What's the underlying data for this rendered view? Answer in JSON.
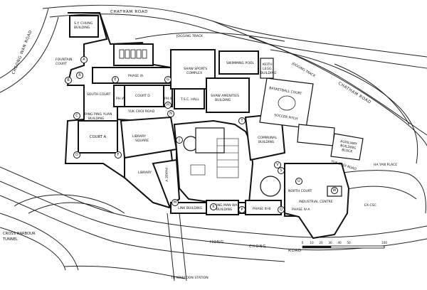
{
  "roads": {
    "chatham_top": "CHATHAM ROAD",
    "chatham_right": "CHATHAM ROAD",
    "cheong_wan": "CHEONG WAN ROAD",
    "hong": "HONG",
    "chong": "CHONG",
    "road": "ROAD",
    "cross_harbour_1": "CROSS HARBOUR",
    "cross_harbour_2": "TUNNEL",
    "kowloon_station": "TO KOWLOON STATION",
    "jogging_track_top": "JOGGING TRACK",
    "jogging_track_right": "JOGGING TRACK",
    "yuk_choi_road": "YUK CHOI ROAD",
    "yuk_choi_road_right": "YUK CHOI ROAD"
  },
  "buildings": {
    "sy_chung_1": "S.Y. CHUNG",
    "sy_chung_2": "BUILDING",
    "fountain_1": "FOUNTAIN",
    "fountain_2": "COURT",
    "phase_ia": "PHASE IA",
    "shaw_sports_1": "SHAW SPORTS",
    "shaw_sports_2": "COMPLEX",
    "swimming_pool": "SWIMMING POOL",
    "keith_1": "KEITH",
    "keith_2": "LEGG",
    "keith_3": "BUILDING",
    "south_court": "SOUTH COURT",
    "ph_ia": "PH.IA",
    "court_d": "COURT D",
    "ph_ib": "PH.IB",
    "tsc_hall": "T.S.C. HALL",
    "shaw_amenities_1": "SHAW AMENITIES",
    "shaw_amenities_2": "BUILDING",
    "basketball_court": "BASKETBALL COURT",
    "tang_ping_yuan_1": "TANG PING YUAN",
    "tang_ping_yuan_2": "BUILDING",
    "soccer_pitch": "SOCCER PITCH",
    "court_a": "COURT A",
    "library_square_1": "LIBRARY",
    "library_square_2": "SQUARE",
    "communal_1": "COMMUNAL",
    "communal_2": "BUILDING",
    "auxiliary_1": "AUXILIARY",
    "auxiliary_2": "BUILDING",
    "auxiliary_3": "BLOCK",
    "library": "LIBRARY",
    "phase_v": "PHASE V",
    "north_court": "NORTH COURT",
    "industrial_centre": "INDUSTRIAL CENTRE",
    "link_building": "LINK BUILDING",
    "mong_man_wai_1": "MONG MAN WAI",
    "mong_man_wai_2": "BUILDING",
    "phase_3b": "PHASE III-B",
    "phase_4a": "PHASE IV-A",
    "ex_csc": "EX-CSC",
    "ha_yan_place": "HA YAN PLACE"
  },
  "nodes": [
    "A",
    "R",
    "B",
    "C",
    "D",
    "E",
    "F",
    "G",
    "H",
    "M",
    "J",
    "K",
    "P",
    "Q",
    "T",
    "V",
    "U",
    "S",
    "W",
    "N"
  ],
  "scale": {
    "ticks": [
      "0",
      "10",
      "20",
      "30",
      "40",
      "50",
      "100"
    ]
  }
}
